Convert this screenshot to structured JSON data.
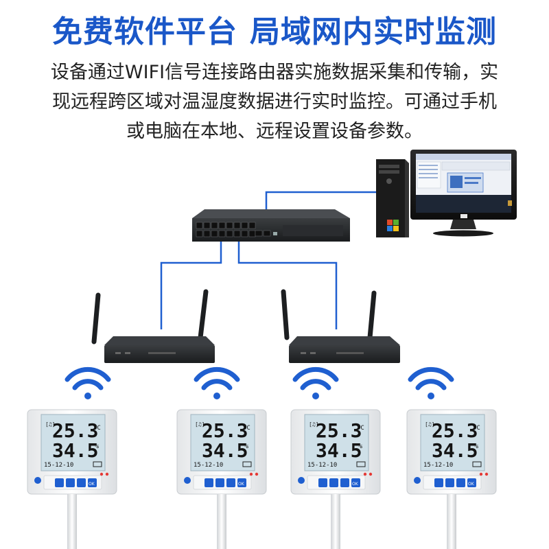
{
  "headline": {
    "part1": "免费软件平台",
    "part2": "局域网内实时监测"
  },
  "description": {
    "line1": "设备通过WIFI信号连接路由器实施数据采集和传输，实",
    "line2": "现远程跨区域对温湿度数据进行实时监控。可通过手机",
    "line3": "或电脑在本地、远程设置设备参数。"
  },
  "sensor_display": {
    "temperature": "25.3",
    "temperature_unit": "°C",
    "humidity": "34.5",
    "humidity_unit": "%",
    "date": "15-12-10",
    "ok_button": "OK"
  },
  "colors": {
    "accent": "#1a57c8",
    "cable": "#1f5fd0",
    "wifi": "#1f5fd0",
    "lcd": "#cfe0e8"
  },
  "icons": {
    "wifi": "wifi-icon",
    "switch": "network-switch-icon",
    "router": "wifi-router-icon",
    "computer": "desktop-computer-icon",
    "sensor": "temperature-humidity-sensor-icon"
  }
}
